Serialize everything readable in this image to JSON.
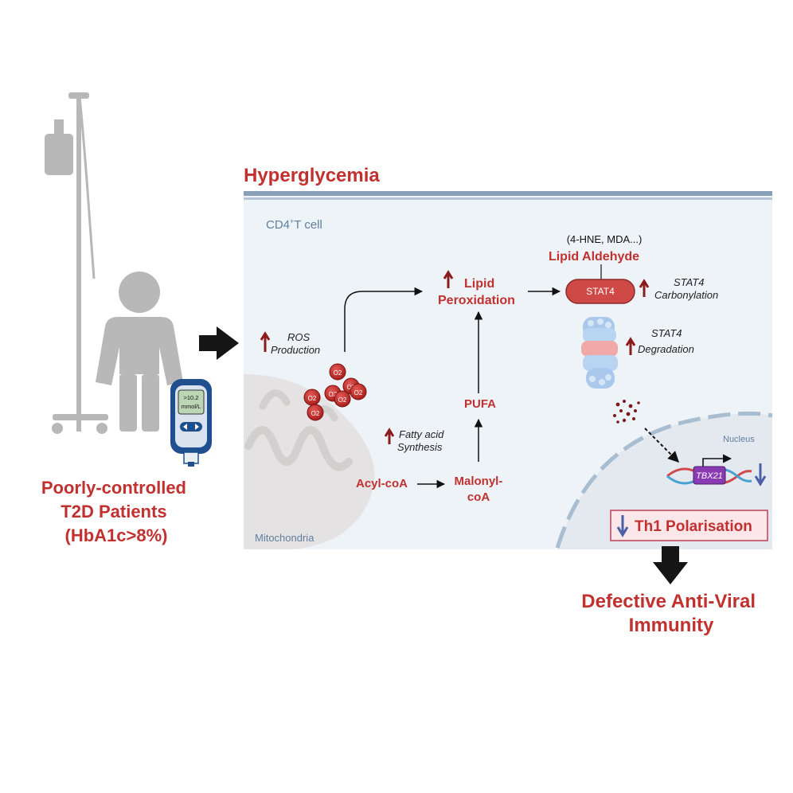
{
  "patient": {
    "glucometer_reading": [
      ">10.2",
      "mmol/L"
    ],
    "label_lines": [
      "Poorly-controlled",
      "T2D Patients",
      "(HbA1c>8%)"
    ]
  },
  "cell": {
    "header": "Hyperglycemia",
    "cell_label": "CD4",
    "cell_label_sup": "+",
    "cell_label_rest": "T cell",
    "mito_label": "Mitochondria",
    "nucleus_label": "Nucleus"
  },
  "pathway": {
    "ros": [
      "ROS",
      "Production"
    ],
    "superoxide": "O2",
    "fatty_acid": [
      "Fatty acid",
      "Synthesis"
    ],
    "acyl_coa": "Acyl-coA",
    "malonyl_coa": [
      "Malonyl-",
      "coA"
    ],
    "pufa": "PUFA",
    "lipid_perox": [
      "Lipid",
      "Peroxidation"
    ],
    "aldehyde_examples": "(4-HNE, MDA...)",
    "lipid_aldehyde": "Lipid Aldehyde",
    "stat4": "STAT4",
    "carbonylation": [
      "STAT4",
      "Carbonylation"
    ],
    "degradation": [
      "STAT4",
      "Degradation"
    ],
    "tbx21": "TBX21",
    "th1": "Th1 Polarisation"
  },
  "outcome": {
    "label_lines": [
      "Defective Anti-Viral",
      "Immunity"
    ]
  },
  "colors": {
    "accent_red": "#c0312f",
    "up_arrow": "#8b1c1c",
    "down_arrow": "#4a5fa8",
    "cell_bg": "#eef3f8",
    "membrane": "#8aa0b8",
    "person_gray": "#b8b8b8"
  }
}
